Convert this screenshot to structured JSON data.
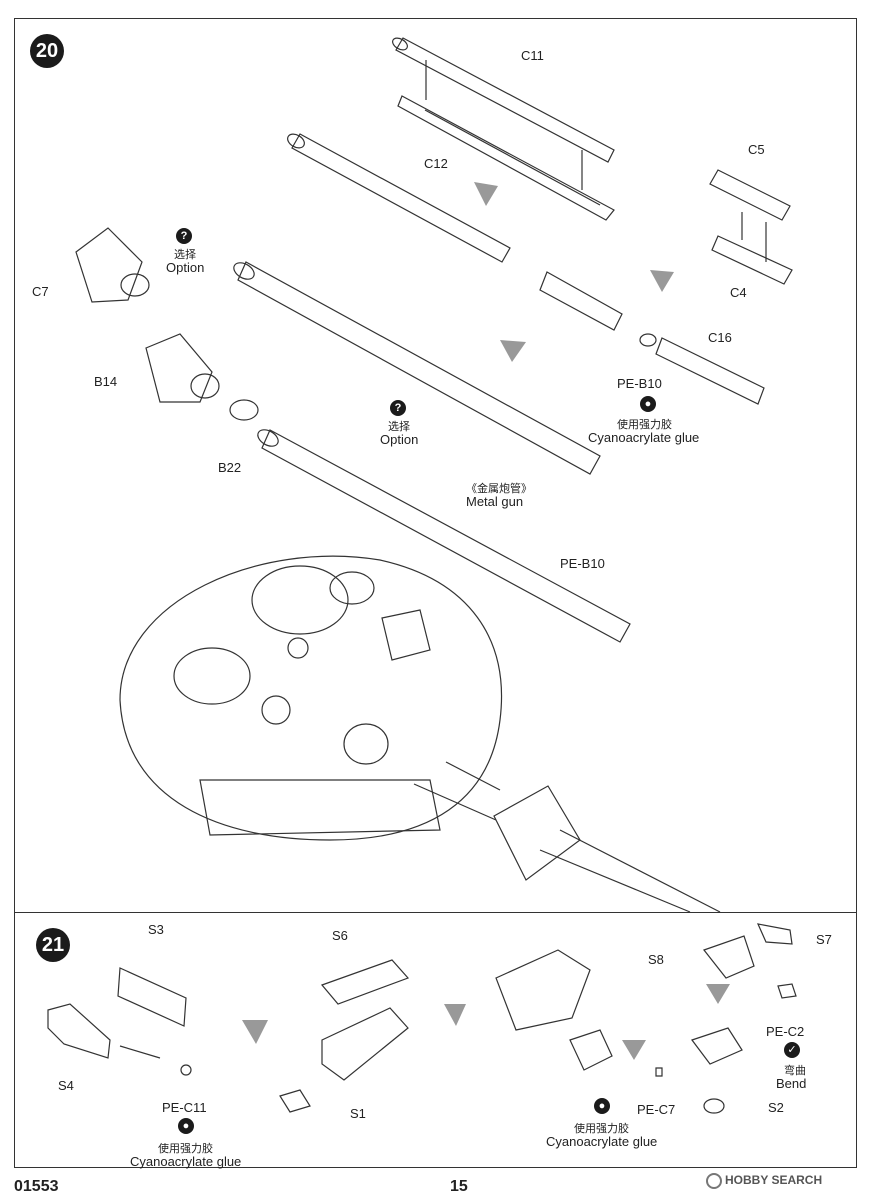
{
  "footer": {
    "code": "01553",
    "page": "15",
    "watermark": "HOBBY SEARCH"
  },
  "step20": {
    "number": "20",
    "labels": {
      "c11": "C11",
      "c12": "C12",
      "c5": "C5",
      "c4": "C4",
      "c16": "C16",
      "c7": "C7",
      "b14": "B14",
      "b22": "B22",
      "peb10_a": "PE-B10",
      "peb10_b": "PE-B10",
      "option_cn_1": "选择",
      "option_en_1": "Option",
      "option_cn_2": "选择",
      "option_en_2": "Option",
      "glue_cn": "使用强力胶",
      "glue_en": "Cyanoacrylate glue",
      "metal_gun_cn": "《金属炮管》",
      "metal_gun_en": "Metal gun"
    }
  },
  "step21": {
    "number": "21",
    "labels": {
      "s3": "S3",
      "s4": "S4",
      "s6": "S6",
      "s1": "S1",
      "s7": "S7",
      "s8": "S8",
      "s2": "S2",
      "pec11": "PE-C11",
      "pec2": "PE-C2",
      "pec7": "PE-C7",
      "glue_cn_1": "使用强力胶",
      "glue_en_1": "Cyanoacrylate glue",
      "glue_cn_2": "使用强力胶",
      "glue_en_2": "Cyanoacrylate glue",
      "bend_cn": "弯曲",
      "bend_en": "Bend"
    }
  },
  "icons": {
    "question": "?",
    "glue": "glue-drop-icon",
    "bend": "check-bend-icon"
  }
}
